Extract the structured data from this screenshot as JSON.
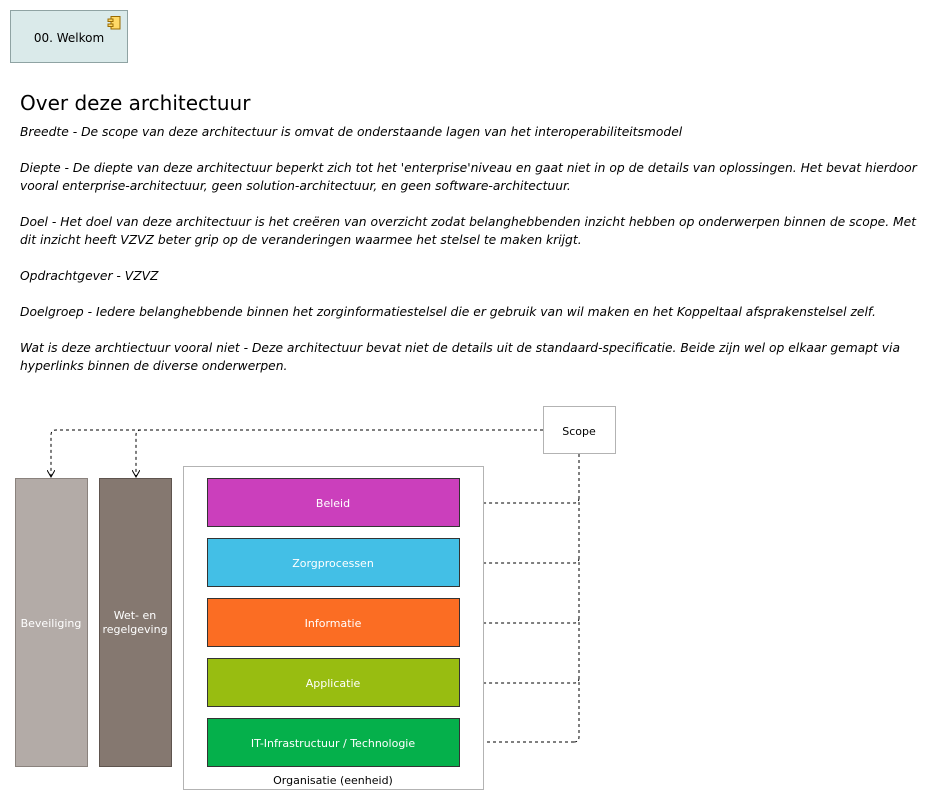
{
  "nav": {
    "label": "00. Welkom"
  },
  "title": "Over deze architectuur",
  "paragraphs": [
    "Breedte - De scope van deze architectuur is omvat de onderstaande lagen van het interoperabiliteitsmodel",
    "Diepte - De diepte van deze architectuur beperkt zich tot het 'enterprise'niveau en gaat niet in op de details van oplossingen. Het bevat hierdoor vooral enterprise-architectuur, geen solution-architectuur, en geen software-architectuur.",
    "Doel - Het doel van deze architectuur is het creëren van overzicht zodat belanghebbenden inzicht hebben op onderwerpen binnen de scope. Met dit inzicht heeft VZVZ beter grip op de veranderingen waarmee het stelsel te maken krijgt.",
    "Opdrachtgever - VZVZ",
    "Doelgroep - Iedere belanghebbende binnen het zorginformatiestelsel die er gebruik van wil maken en het Koppeltaal afsprakenstelsel zelf.",
    "Wat is deze archtiectuur vooral niet - Deze architectuur bevat niet de details uit de standaard-specificatie. Beide zijn wel op elkaar gemapt via hyperlinks binnen de diverse onderwerpen."
  ],
  "diagram": {
    "scope_label": "Scope",
    "organisatie_label": "Organisatie (eenheid)",
    "side_columns": [
      {
        "lines": [
          "Beveiliging"
        ],
        "color": "#b3aba7"
      },
      {
        "lines": [
          "Wet- en",
          "regelgeving"
        ],
        "color": "#857870"
      }
    ],
    "layers": [
      {
        "label": "Beleid",
        "color": "#cb3fbc"
      },
      {
        "label": "Zorgprocessen",
        "color": "#43bfe6"
      },
      {
        "label": "Informatie",
        "color": "#fb6d23"
      },
      {
        "label": "Applicatie",
        "color": "#98bd11"
      },
      {
        "label": "IT-Infrastructuur / Technologie",
        "color": "#05b04b"
      }
    ]
  }
}
